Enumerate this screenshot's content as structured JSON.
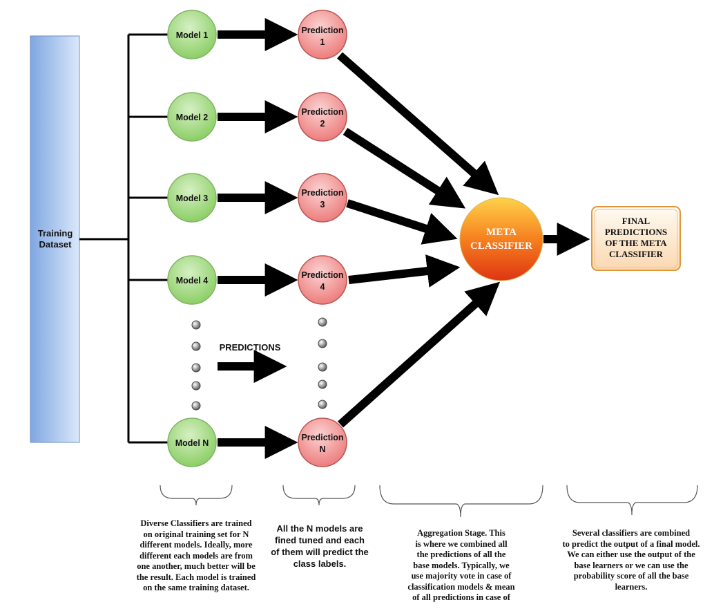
{
  "training_dataset": {
    "label_line1": "Training",
    "label_line2": "Dataset"
  },
  "models": [
    {
      "label": "Model 1"
    },
    {
      "label": "Model 2"
    },
    {
      "label": "Model 3"
    },
    {
      "label": "Model 4"
    },
    {
      "label": "Model N"
    }
  ],
  "predictions": [
    {
      "line1": "Prediction",
      "line2": "1"
    },
    {
      "line1": "Prediction",
      "line2": "2"
    },
    {
      "line1": "Prediction",
      "line2": "3"
    },
    {
      "line1": "Prediction",
      "line2": "4"
    },
    {
      "line1": "Prediction",
      "line2": "N"
    }
  ],
  "predictions_label": "PREDICTIONS",
  "meta_classifier": {
    "line1": "META",
    "line2": "CLASSIFIER"
  },
  "final_predictions": {
    "line1": "FINAL",
    "line2": "PREDICTIONS",
    "line3": "OF THE META",
    "line4": "CLASSIFIER"
  },
  "captions": {
    "models": "Diverse Classifiers are trained\non original training set for N\ndifferent models. Ideally, more\ndifferent each models are from\none another, much better will be\nthe result. Each model is trained\non the same training dataset.",
    "predictions": "All the N models are\nfined tuned and each\nof them will predict the\nclass labels.",
    "aggregation": "Aggregation Stage. This\nis where we combined all\nthe predictions of all the\nbase models. Typically, we\nuse majority vote in case of\nclassification models & mean\nof all predictions in case of",
    "final": "Several classifiers are combined\nto predict the output of a final model.\nWe can either use the output of the\nbase learners or we can use the\nprobability score of all the base\nlearners."
  },
  "colors": {
    "model_fill": "#9fd87e",
    "model_stroke": "#82b366",
    "prediction_fill": "#f08a8a",
    "prediction_stroke": "#b85450",
    "dataset_fill": "#7ea6e0",
    "meta_fill_top": "#ffd040",
    "meta_fill_bottom": "#e03a10",
    "final_fill": "#fce4c8",
    "final_stroke": "#e0963a"
  }
}
